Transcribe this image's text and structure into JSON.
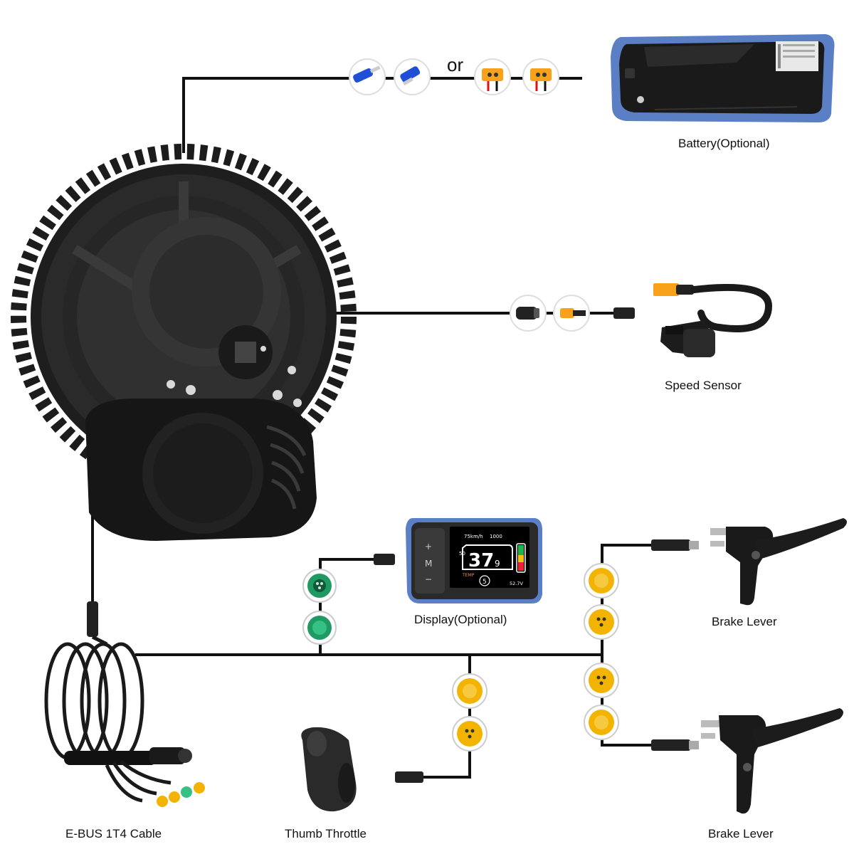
{
  "labels": {
    "or": "or",
    "battery": "Battery(Optional)",
    "speed_sensor": "Speed Sensor",
    "display": "Display(Optional)",
    "brake_lever_top": "Brake Lever",
    "brake_lever_bottom": "Brake Lever",
    "ebus_cable": "E-BUS 1T4 Cable",
    "thumb_throttle": "Thumb Throttle"
  },
  "display_screen": {
    "speed": "37",
    "speed_decimal": "9",
    "assist_level": "5",
    "voltage": "52.7V",
    "top_readout": "1000",
    "left_readout": "50"
  },
  "colors": {
    "highlight_blue": "#5b7fc4",
    "connector_yellow": "#f2b400",
    "connector_green": "#1f9a62",
    "cable_black": "#111111",
    "connector_blue": "#1e4fd6",
    "xt_connector": "#f7a21a"
  }
}
